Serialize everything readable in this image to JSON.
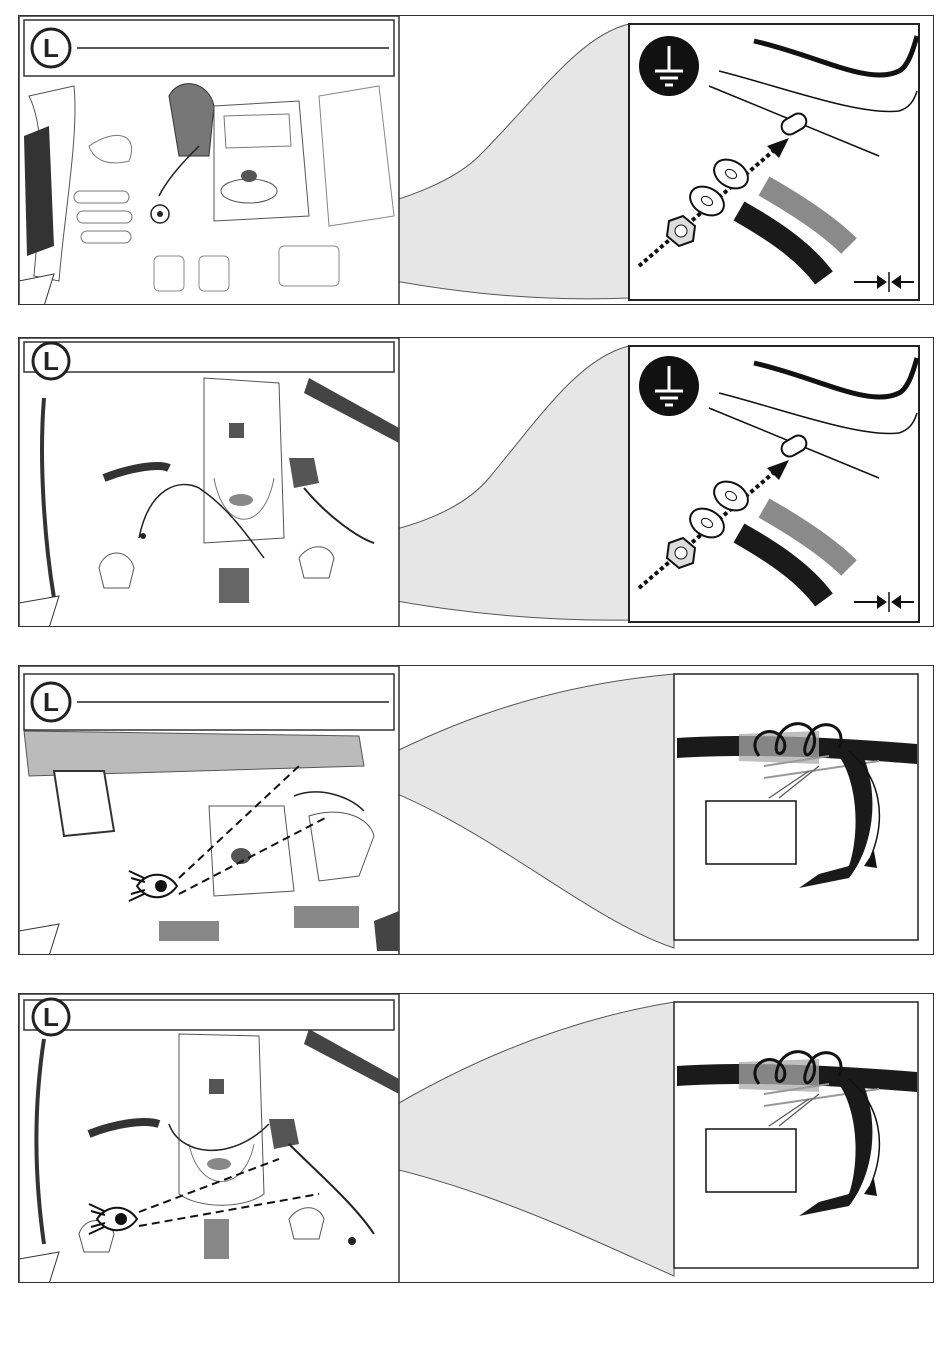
{
  "steps": [
    {
      "id": "step-1",
      "badge": "L",
      "scene": "ground-point-engine-bay",
      "detail": "ground-connection"
    },
    {
      "id": "step-2",
      "badge": "L",
      "scene": "ground-point-trunk-well",
      "detail": "ground-connection"
    },
    {
      "id": "step-3",
      "badge": "L",
      "scene": "cable-routing-spare-wheel-well",
      "detail": "cable-tie-wrap"
    },
    {
      "id": "step-4",
      "badge": "L",
      "scene": "cable-routing-rear-well",
      "detail": "cable-tie-wrap"
    }
  ],
  "icons": {
    "ground": "ground-symbol-icon",
    "tighten": "tighten-arrows-icon",
    "eye": "view-eye-icon"
  },
  "colors": {
    "border": "#333333",
    "callout_fill": "#e6e6e6",
    "wire_black": "#1a1a1a",
    "wire_red": "#8a8a8a"
  }
}
